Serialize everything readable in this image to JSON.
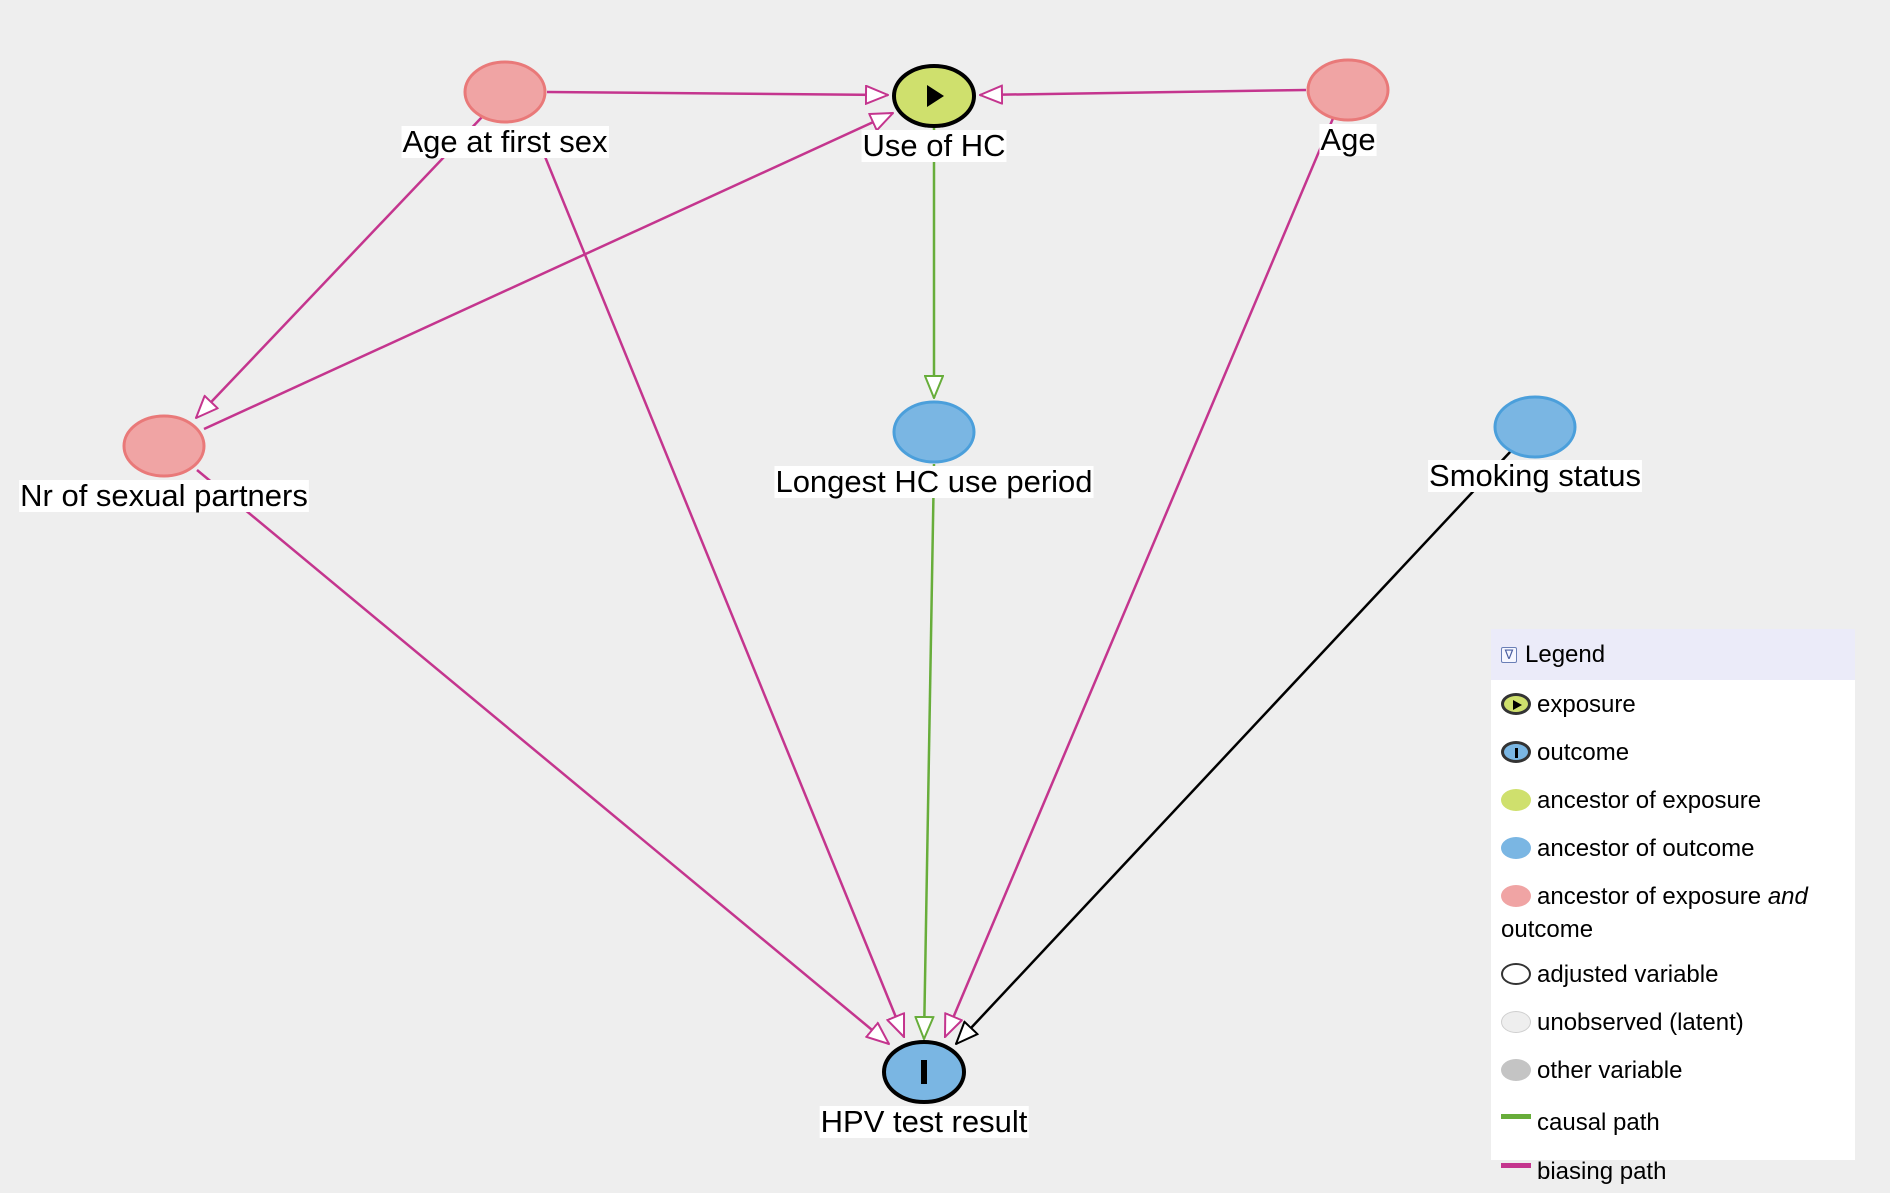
{
  "colors": {
    "background": "#eeeeee",
    "biasing": "#c4358e",
    "causal": "#67ad3a",
    "plain_edge": "#000000",
    "exposure_fill": "#cfe06d",
    "outcome_fill": "#7ab6e3",
    "ancestor_exposure_fill": "#cfe06d",
    "ancestor_outcome_fill": "#7ab6e3",
    "both_fill": "#f0a4a4",
    "both_stroke": "#e97979",
    "outcome_stroke": "#4b9fdb"
  },
  "nodes": [
    {
      "id": "age_first_sex",
      "label": "Age at first sex",
      "role": "ancestor-both"
    },
    {
      "id": "use_hc",
      "label": "Use of HC",
      "role": "exposure"
    },
    {
      "id": "age",
      "label": "Age",
      "role": "ancestor-both"
    },
    {
      "id": "nr_partners",
      "label": "Nr of sexual partners",
      "role": "ancestor-both"
    },
    {
      "id": "longest_hc",
      "label": "Longest HC use period",
      "role": "ancestor-outcome"
    },
    {
      "id": "smoking",
      "label": "Smoking status",
      "role": "ancestor-outcome"
    },
    {
      "id": "hpv",
      "label": "HPV test result",
      "role": "outcome"
    }
  ],
  "edges": [
    {
      "from": "age_first_sex",
      "to": "use_hc",
      "path": "biasing"
    },
    {
      "from": "age",
      "to": "use_hc",
      "path": "biasing"
    },
    {
      "from": "age_first_sex",
      "to": "nr_partners",
      "path": "biasing"
    },
    {
      "from": "nr_partners",
      "to": "use_hc",
      "path": "biasing"
    },
    {
      "from": "age_first_sex",
      "to": "hpv",
      "path": "biasing"
    },
    {
      "from": "age",
      "to": "hpv",
      "path": "biasing"
    },
    {
      "from": "nr_partners",
      "to": "hpv",
      "path": "biasing"
    },
    {
      "from": "use_hc",
      "to": "longest_hc",
      "path": "causal"
    },
    {
      "from": "longest_hc",
      "to": "hpv",
      "path": "causal"
    },
    {
      "from": "smoking",
      "to": "hpv",
      "path": "plain"
    }
  ],
  "legend": {
    "title": "Legend",
    "toggle_icon": "collapse-icon",
    "items": [
      {
        "key": "exposure",
        "label": "exposure",
        "symbol": "exposure-icon"
      },
      {
        "key": "outcome",
        "label": "outcome",
        "symbol": "outcome-icon"
      },
      {
        "key": "ancestor_exposure",
        "label": "ancestor of exposure",
        "symbol": "ellipse-green"
      },
      {
        "key": "ancestor_outcome",
        "label": "ancestor of outcome",
        "symbol": "ellipse-blue"
      },
      {
        "key": "ancestor_both",
        "label_pre": "ancestor of exposure ",
        "label_em": "and",
        "label_post": "outcome",
        "symbol": "ellipse-red"
      },
      {
        "key": "adjusted",
        "label": "adjusted variable",
        "symbol": "ellipse-outline"
      },
      {
        "key": "latent",
        "label": "unobserved (latent)",
        "symbol": "ellipse-light"
      },
      {
        "key": "other",
        "label": "other variable",
        "symbol": "ellipse-gray"
      },
      {
        "key": "causal",
        "label": "causal path",
        "symbol": "line-green"
      },
      {
        "key": "biasing",
        "label": "biasing path",
        "symbol": "line-magenta"
      }
    ]
  }
}
